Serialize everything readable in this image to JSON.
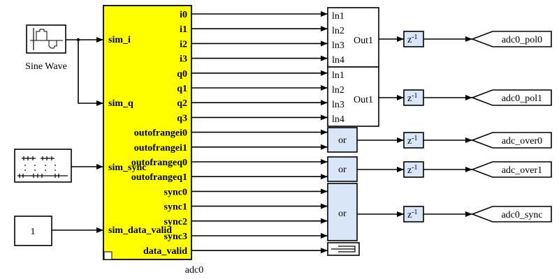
{
  "diagram": {
    "sources": {
      "sine_wave": {
        "label": "Sine Wave"
      },
      "pulse_gen": {
        "label": ""
      },
      "constant": {
        "value": "1"
      }
    },
    "adc_block": {
      "name": "adc0",
      "fill": "#ffff00",
      "inputs": [
        "sim_i",
        "sim_q",
        "sim_sync",
        "sim_data_valid"
      ],
      "outputs": [
        "i0",
        "i1",
        "i2",
        "i3",
        "q0",
        "q1",
        "q2",
        "q3",
        "outofrangei0",
        "outofrangei1",
        "outofrangeq0",
        "outofrangeq1",
        "sync0",
        "sync1",
        "sync2",
        "sync3",
        "data_valid"
      ]
    },
    "mux_blocks": [
      {
        "inputs": [
          "ln1",
          "ln2",
          "ln3",
          "ln4"
        ],
        "output": "Out1"
      },
      {
        "inputs": [
          "ln1",
          "ln2",
          "ln3",
          "ln4"
        ],
        "output": "Out1"
      }
    ],
    "or_blocks": [
      {
        "label": "or"
      },
      {
        "label": "or"
      },
      {
        "label": "or"
      }
    ],
    "delay_label": "z",
    "delay_exp": "-1",
    "gotos": [
      "adc0_pol0",
      "adc0_pol1",
      "adc_over0",
      "adc_over1",
      "adc0_sync"
    ],
    "light_fill": "#d9e6f7"
  }
}
